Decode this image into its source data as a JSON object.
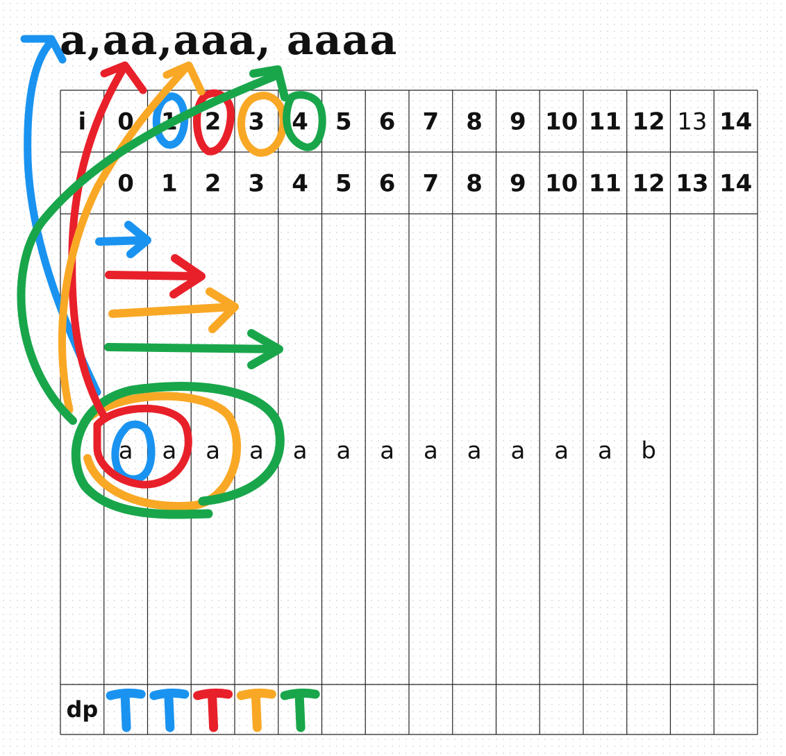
{
  "title": "a,aa,aaa, aaaa",
  "header_row": {
    "label": "i",
    "values": [
      "0",
      "1",
      "2",
      "3",
      "4",
      "5",
      "6",
      "7",
      "8",
      "9",
      "10",
      "11",
      "12",
      "13",
      "14"
    ]
  },
  "index_row": {
    "label": "",
    "values": [
      "0",
      "1",
      "2",
      "3",
      "4",
      "5",
      "6",
      "7",
      "8",
      "9",
      "10",
      "11",
      "12",
      "13",
      "14"
    ]
  },
  "string_row": {
    "label": "",
    "values": [
      "a",
      "a",
      "a",
      "a",
      "a",
      "a",
      "a",
      "a",
      "a",
      "a",
      "a",
      "a",
      "b",
      "",
      ""
    ]
  },
  "dp_row": {
    "label": "dp",
    "values": [
      "T",
      "T",
      "T",
      "T",
      "T",
      "",
      "",
      "",
      "",
      "",
      "",
      "",
      "",
      "",
      ""
    ],
    "colors": [
      "#1a93f0",
      "#1a93f0",
      "#e8202a",
      "#f9a825",
      "#19a64b"
    ]
  },
  "colors": {
    "blue": "#1a93f0",
    "red": "#e8202a",
    "orange": "#f9a825",
    "green": "#19a64b"
  }
}
